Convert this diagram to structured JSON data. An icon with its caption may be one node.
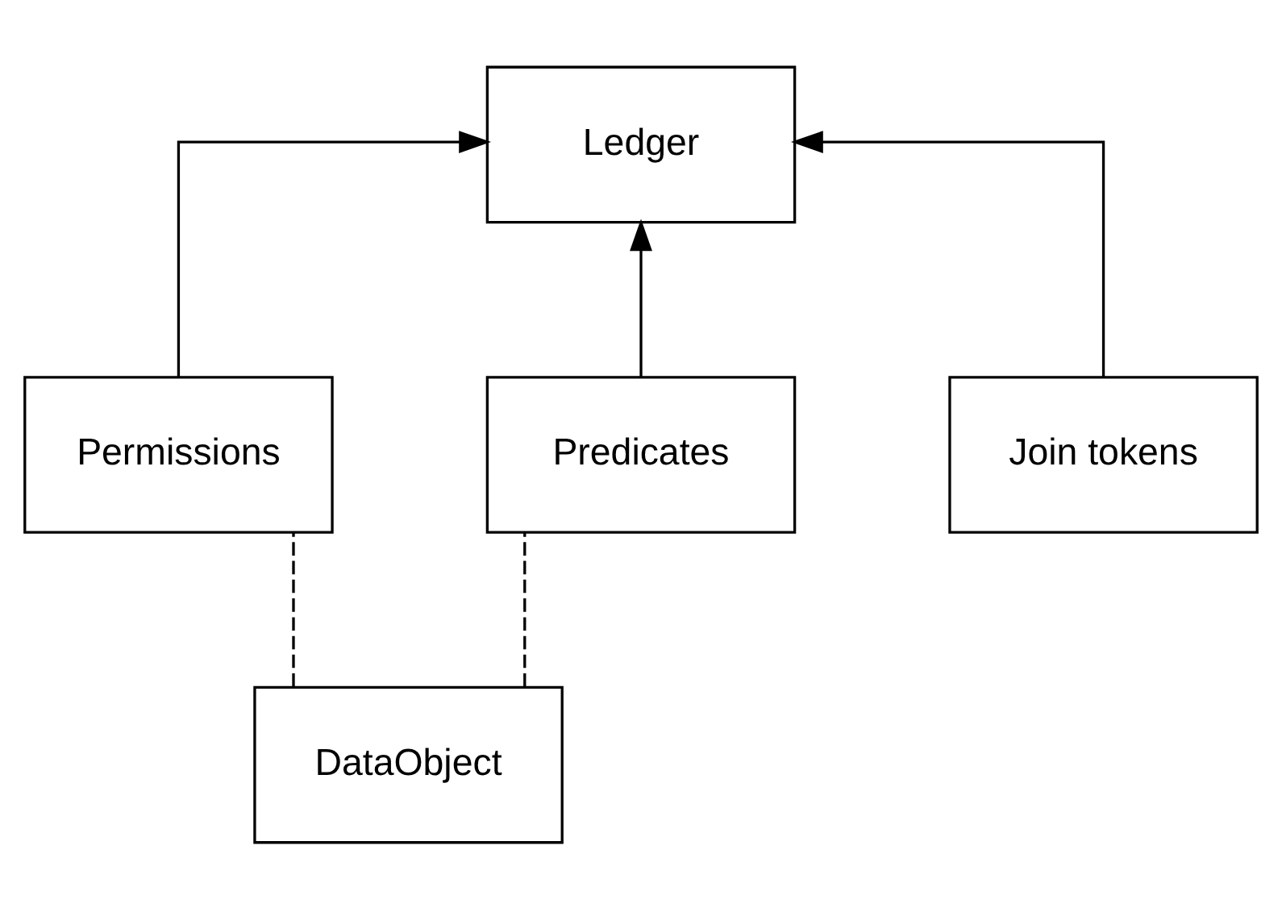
{
  "diagram": {
    "nodes": [
      {
        "text": [
          "Ledger"
        ]
      },
      {
        "text": [
          "Permissions"
        ]
      },
      {
        "text": [
          "Predicates"
        ]
      },
      {
        "text": [
          "Join tokens"
        ]
      },
      {
        "text": [
          "DataObject"
        ]
      }
    ],
    "edges": [
      {
        "from": 1,
        "to": 0,
        "arrow": "to"
      },
      {
        "from": 2,
        "to": 0,
        "arrow": "to"
      },
      {
        "from": 3,
        "to": 0,
        "arrow": "to"
      },
      {
        "from": 4,
        "to": 1,
        "arrow": "none",
        "style": "dashed"
      },
      {
        "from": 4,
        "to": 2,
        "arrow": "none",
        "style": "dashed"
      }
    ]
  }
}
